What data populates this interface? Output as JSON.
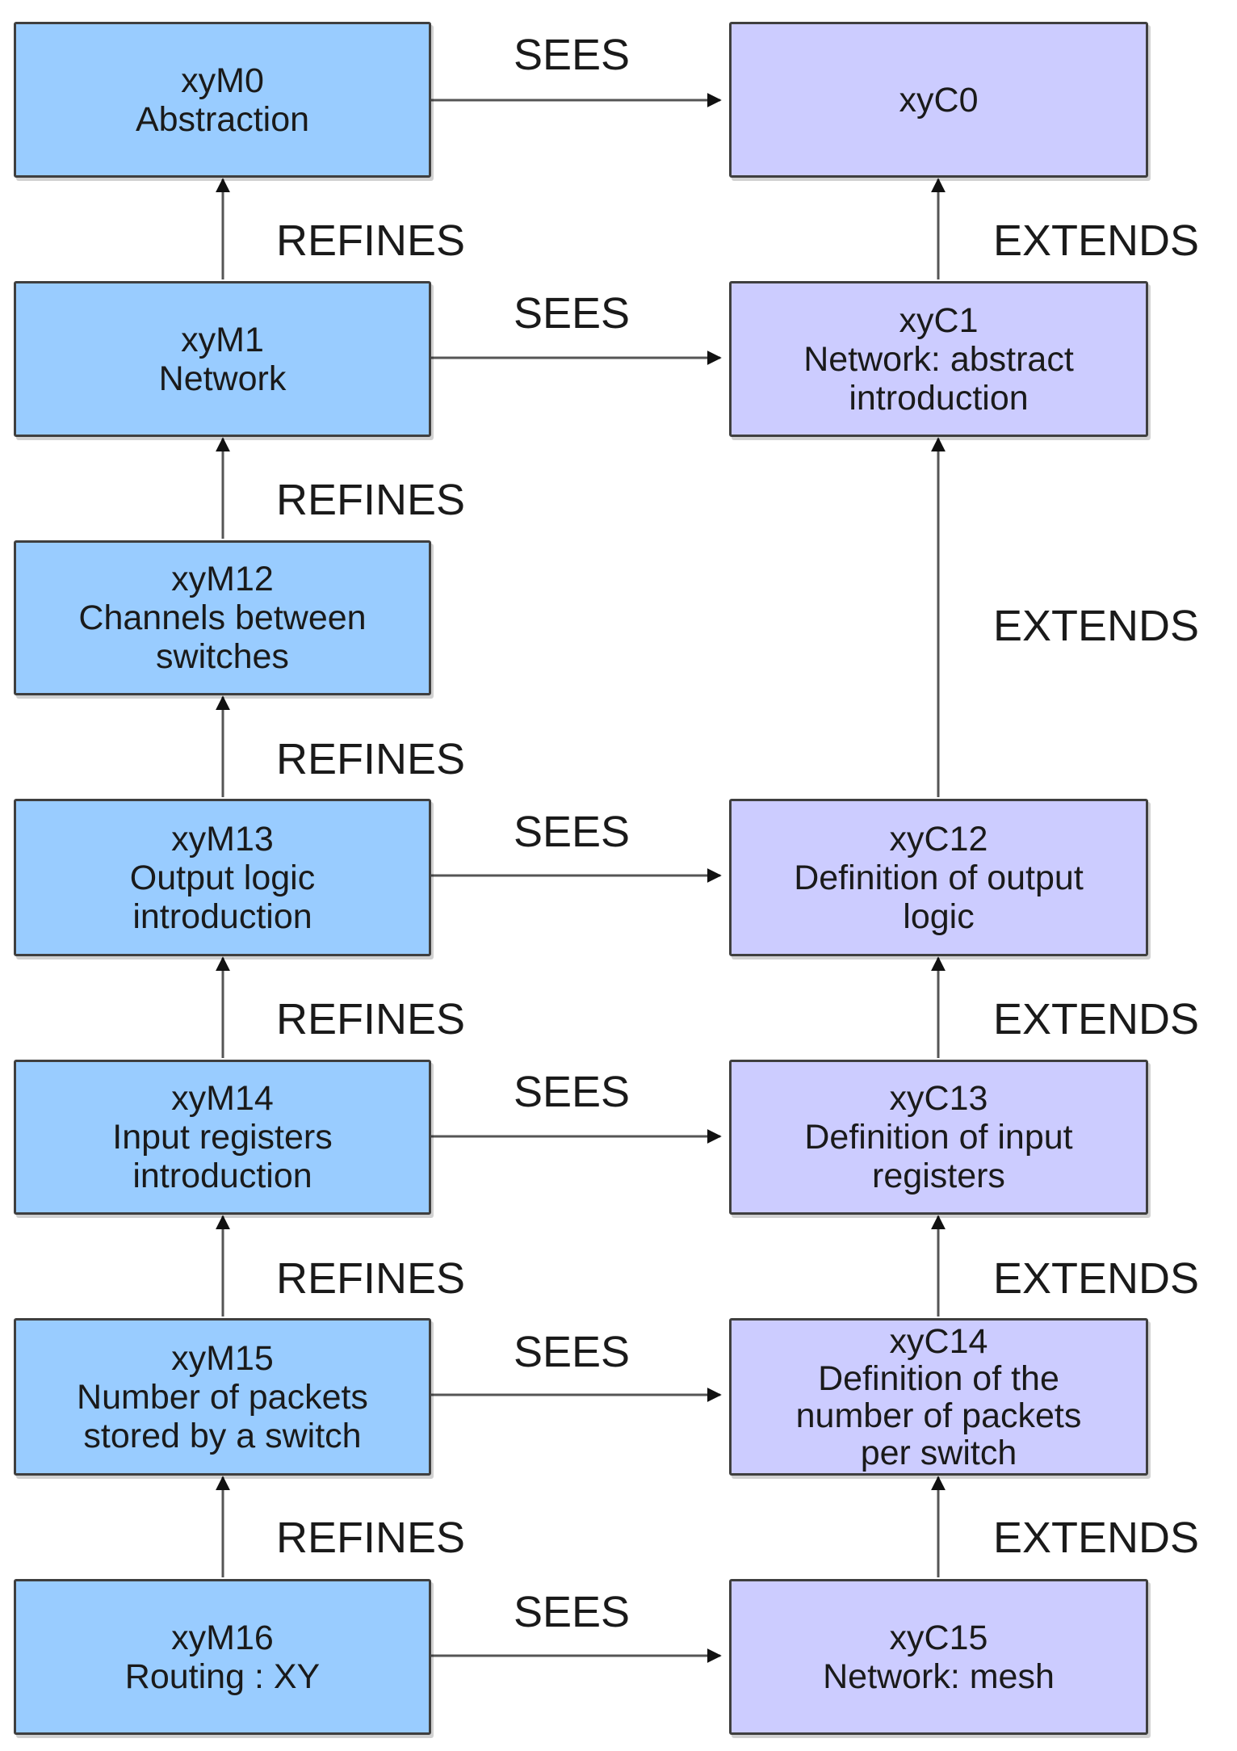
{
  "colors": {
    "machine_fill": "#99ccff",
    "context_fill": "#ccccff",
    "stroke": "#3f3f3f",
    "arrow": "#111111"
  },
  "machines": [
    {
      "id": "xyM0",
      "lines": [
        "xyM0",
        "Abstraction"
      ]
    },
    {
      "id": "xyM1",
      "lines": [
        "xyM1",
        "Network"
      ]
    },
    {
      "id": "xyM12",
      "lines": [
        "xyM12",
        "Channels between",
        "switches"
      ]
    },
    {
      "id": "xyM13",
      "lines": [
        "xyM13",
        "Output logic",
        "introduction"
      ]
    },
    {
      "id": "xyM14",
      "lines": [
        "xyM14",
        "Input registers",
        "introduction"
      ]
    },
    {
      "id": "xyM15",
      "lines": [
        "xyM15",
        "Number of packets",
        "stored by a switch"
      ]
    },
    {
      "id": "xyM16",
      "lines": [
        "xyM16",
        "Routing : XY"
      ]
    }
  ],
  "contexts": [
    {
      "id": "xyC0",
      "lines": [
        "xyC0"
      ]
    },
    {
      "id": "xyC1",
      "lines": [
        "xyC1",
        "Network: abstract",
        "introduction"
      ]
    },
    {
      "id": "xyC12",
      "lines": [
        "xyC12",
        "Definition of output",
        "logic"
      ]
    },
    {
      "id": "xyC13",
      "lines": [
        "xyC13",
        "Definition of input",
        "registers"
      ]
    },
    {
      "id": "xyC14",
      "lines": [
        "xyC14",
        "Definition of the",
        "number of packets",
        "per switch"
      ]
    },
    {
      "id": "xyC15",
      "lines": [
        "xyC15",
        "Network: mesh"
      ]
    }
  ],
  "edge_labels": {
    "sees": "SEES",
    "refines": "REFINES",
    "extends": "EXTENDS"
  }
}
